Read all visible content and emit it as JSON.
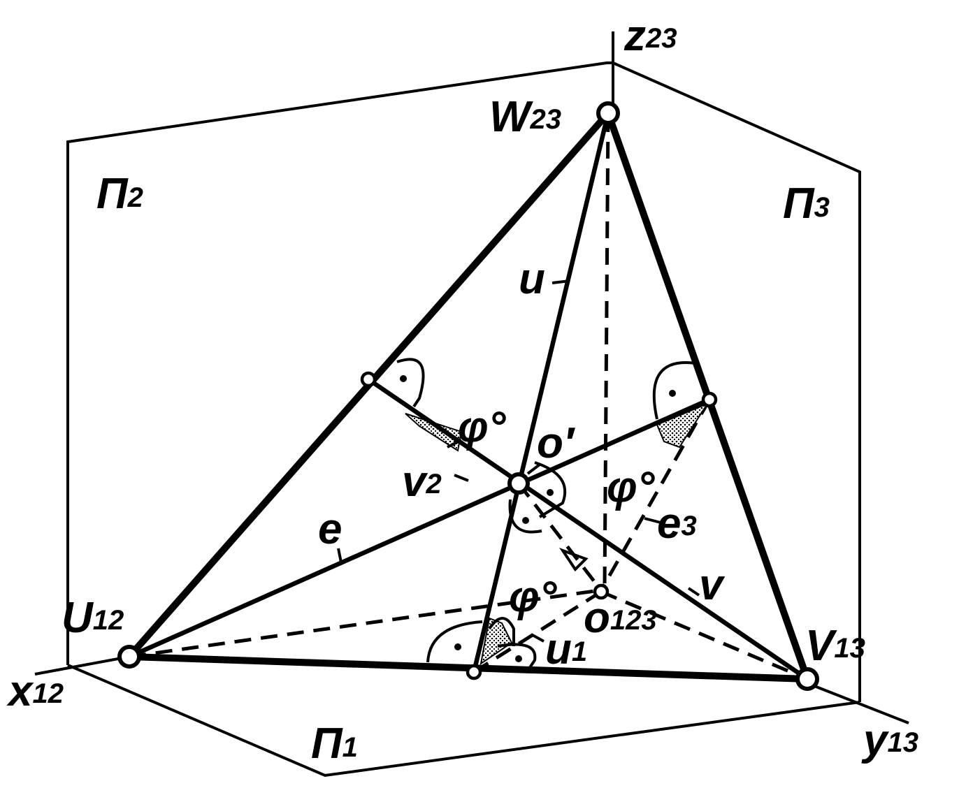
{
  "colors": {
    "ink": "#000000",
    "paper": "#ffffff"
  },
  "labels": {
    "z23": {
      "main": "z",
      "sub": "23"
    },
    "W23": {
      "main": "W",
      "sub": "23"
    },
    "P2": {
      "main": "П",
      "sub": "2"
    },
    "P3": {
      "main": "П",
      "sub": "3"
    },
    "P1": {
      "main": "П",
      "sub": "1"
    },
    "U12": {
      "main": "U",
      "sub": "12"
    },
    "V13": {
      "main": "V",
      "sub": "13"
    },
    "x12": {
      "main": "x",
      "sub": "12"
    },
    "y13": {
      "main": "y",
      "sub": "13"
    },
    "o123": {
      "main": "o",
      "sub": "123"
    },
    "v2": {
      "main": "v",
      "sub": "2"
    },
    "e3": {
      "main": "e",
      "sub": "3"
    },
    "u1": {
      "main": "u",
      "sub": "1"
    },
    "u": "u",
    "e": "e",
    "v": "v",
    "o_prime": "o′",
    "phi_top": "φ°",
    "phi_right": "φ°",
    "phi_bottom": "φ°"
  }
}
